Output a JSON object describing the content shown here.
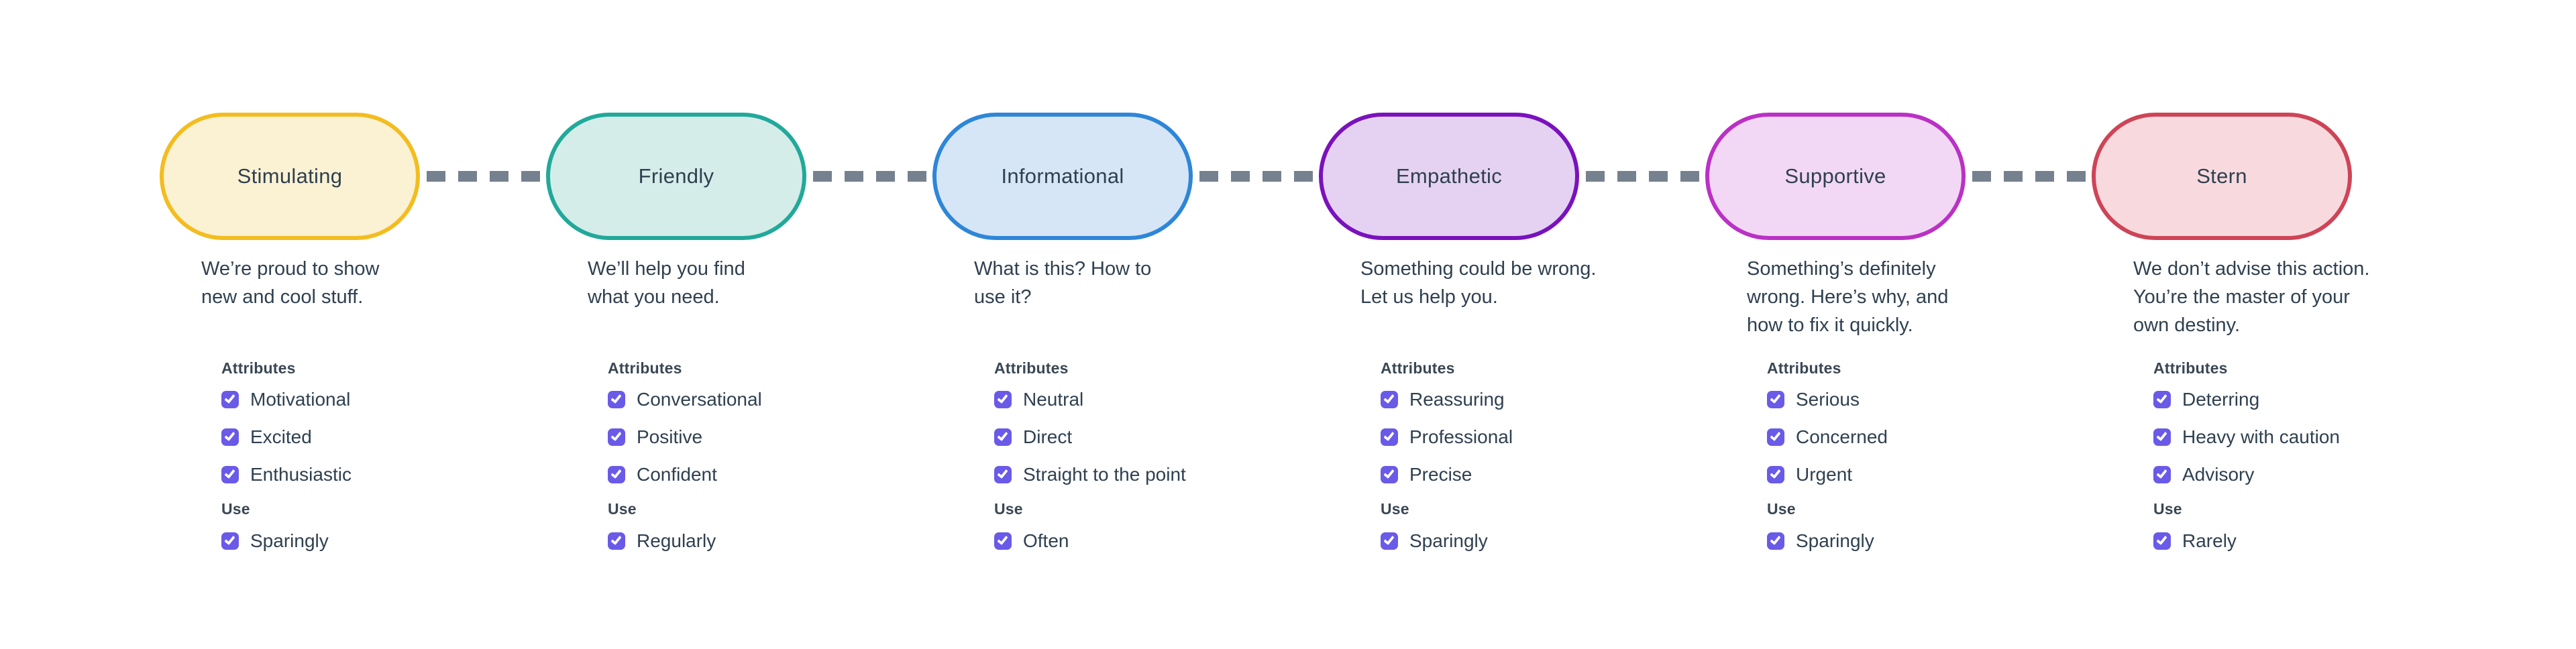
{
  "labels": {
    "attributes": "Attributes",
    "use": "Use"
  },
  "connector_color": "#76818F",
  "checkbox_color": "#6A5AE8",
  "checkbox_icon": "checkmark-icon",
  "text_color": "#2F4050",
  "tones": [
    {
      "name": "Stimulating",
      "border_color": "#F3BD20",
      "fill_color": "#FBF1D3",
      "description_lines": [
        "We’re proud to show",
        "new and cool stuff."
      ],
      "attributes": [
        "Motivational",
        "Excited",
        "Enthusiastic"
      ],
      "use": "Sparingly"
    },
    {
      "name": "Friendly",
      "border_color": "#21A99A",
      "fill_color": "#D4EDE9",
      "description_lines": [
        "We’ll help you find",
        "what you need."
      ],
      "attributes": [
        "Conversational",
        "Positive",
        "Confident"
      ],
      "use": "Regularly"
    },
    {
      "name": "Informational",
      "border_color": "#2E86D8",
      "fill_color": "#D6E6F6",
      "description_lines": [
        "What is this? How to",
        "use it?"
      ],
      "attributes": [
        "Neutral",
        "Direct",
        "Straight to the point"
      ],
      "use": "Often"
    },
    {
      "name": "Empathetic",
      "border_color": "#7912BC",
      "fill_color": "#E5D2F2",
      "description_lines": [
        "Something could be wrong.",
        "Let us help you."
      ],
      "attributes": [
        "Reassuring",
        "Professional",
        "Precise"
      ],
      "use": "Sparingly"
    },
    {
      "name": "Supportive",
      "border_color": "#BA31C5",
      "fill_color": "#F2D8F4",
      "description_lines": [
        "Something’s definitely",
        "wrong. Here’s why, and",
        "how to fix it quickly."
      ],
      "attributes": [
        "Serious",
        "Concerned",
        "Urgent"
      ],
      "use": "Sparingly"
    },
    {
      "name": "Stern",
      "border_color": "#CE4457",
      "fill_color": "#F8DADE",
      "description_lines": [
        "We don’t advise this action.",
        "You’re the master of your",
        "own destiny."
      ],
      "attributes": [
        "Deterring",
        "Heavy with caution",
        "Advisory"
      ],
      "use": "Rarely"
    }
  ]
}
